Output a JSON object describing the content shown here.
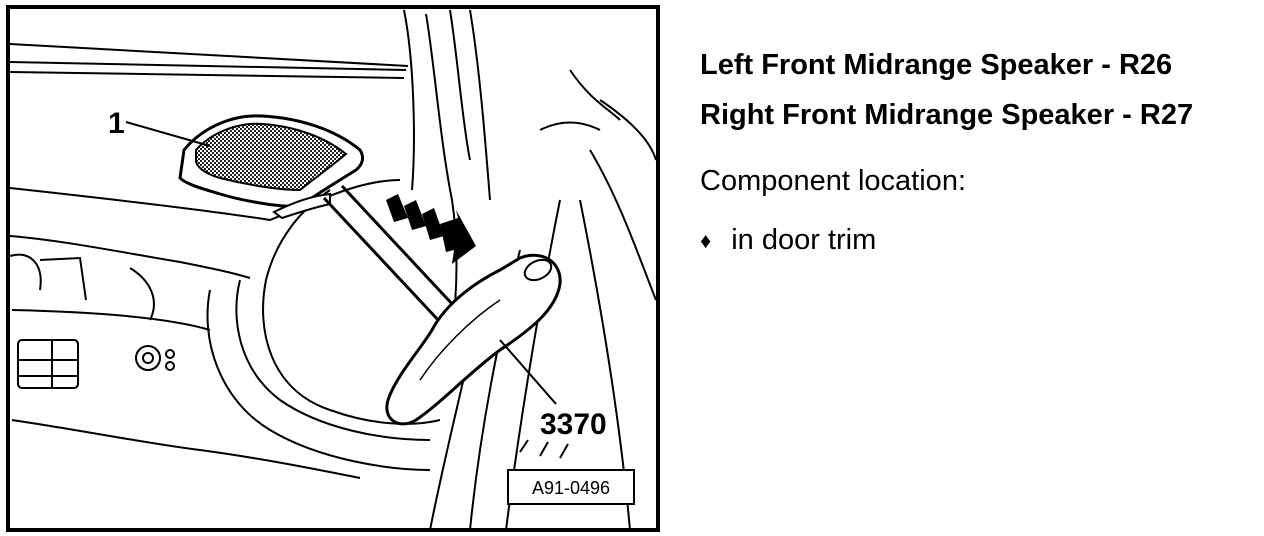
{
  "headings": [
    "Left Front Midrange Speaker - R26",
    "Right Front Midrange Speaker - R27"
  ],
  "location_title": "Component location:",
  "bullets": [
    "in door trim"
  ],
  "bullet_icon": "diamond-bullet-icon",
  "figure": {
    "callouts": [
      "1",
      "3370"
    ],
    "reference": "A91-0496"
  }
}
